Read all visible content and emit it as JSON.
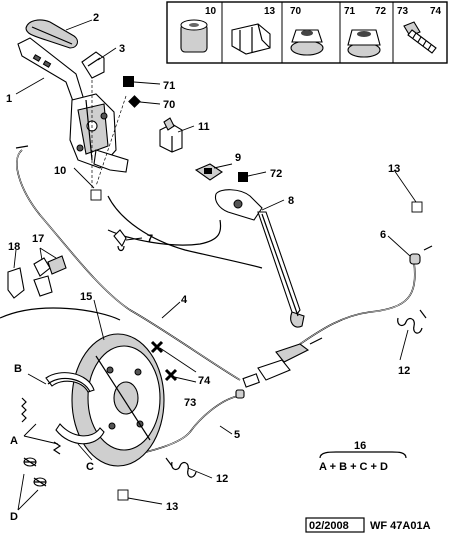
{
  "labels": {
    "n1": "1",
    "n2": "2",
    "n3": "3",
    "n4": "4",
    "n5": "5",
    "n6": "6",
    "n7": "7",
    "n8": "8",
    "n9": "9",
    "n10": "10",
    "n11": "11",
    "n12a": "12",
    "n12b": "12",
    "n13a": "13",
    "n13b": "13",
    "n15": "15",
    "n16": "16",
    "n17": "17",
    "n18": "18",
    "n70": "70",
    "n71": "71",
    "n72": "72",
    "n73": "73",
    "n74": "74",
    "A": "A",
    "B": "B",
    "C": "C",
    "D": "D"
  },
  "legend": {
    "items": [
      "10",
      "13",
      "70",
      "71",
      "72",
      "73",
      "74"
    ]
  },
  "formula": {
    "number": "16",
    "expression": "A + B + C + D"
  },
  "footer": {
    "date": "02/2008",
    "ref": "WF 47A01A"
  }
}
